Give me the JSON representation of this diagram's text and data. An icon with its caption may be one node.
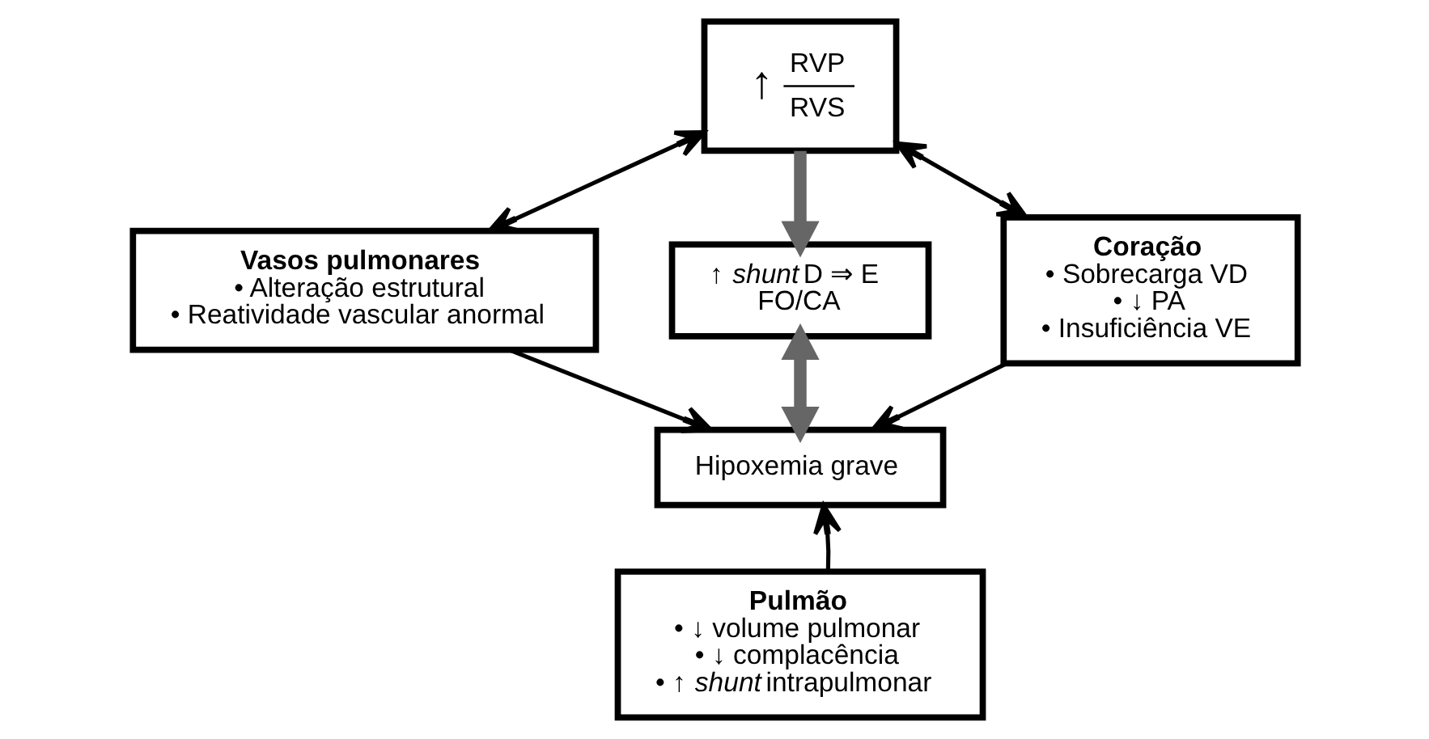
{
  "diagram": {
    "nodes": [
      {
        "text": [
          "↑",
          "RVP",
          "RVS"
        ]
      },
      {
        "text": [
          "Vasos pulmonares",
          "• Alteração estrutural",
          "• Reatividade vascular anormal"
        ]
      },
      {
        "text": [
          "↑ *shunt* D ⇒ E",
          "FO/CA"
        ]
      },
      {
        "text": [
          "Coração",
          "• Sobrecarga VD",
          "• ↓ PA",
          "• Insuficiência VE"
        ]
      },
      {
        "text": [
          "Hipoxemia grave"
        ]
      },
      {
        "text": [
          "Pulmão",
          "• ↓ volume pulmonar",
          "• ↓ complacência",
          "• ↑ *shunt* intrapulmonar"
        ]
      }
    ],
    "edges": [
      {
        "from": 0,
        "to": 1,
        "arrow": "both"
      },
      {
        "from": 0,
        "to": 3,
        "arrow": "both"
      },
      {
        "from": 0,
        "to": 2,
        "arrow": "to",
        "style": "thick",
        "color": "#666666"
      },
      {
        "from": 2,
        "to": 4,
        "arrow": "both",
        "style": "thick",
        "color": "#666666"
      },
      {
        "from": 1,
        "to": 4,
        "arrow": "to"
      },
      {
        "from": 3,
        "to": 4,
        "arrow": "to"
      },
      {
        "from": 5,
        "to": 4,
        "arrow": "to"
      }
    ]
  }
}
